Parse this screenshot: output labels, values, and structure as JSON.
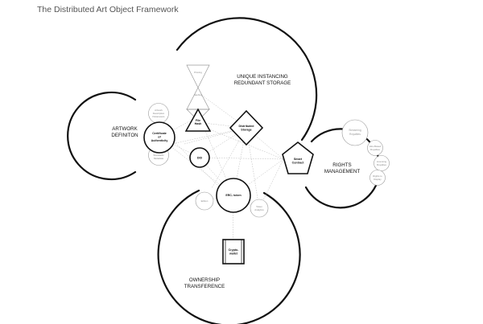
{
  "title": "The Distributed Art Object Framework",
  "regions": {
    "storage": [
      "UNIQUE INSTANCING",
      "REDUNDANT STORAGE"
    ],
    "artwork": [
      "ARTWORK",
      "DEFINITON"
    ],
    "rights": [
      "RIGHTS",
      "MANAGEMENT"
    ],
    "ownership": [
      "OWNERSHIP",
      "TRANSFERENCE"
    ]
  },
  "nodes": {
    "certificate": [
      "Certificate",
      "of",
      "Authenticity"
    ],
    "file_hash": [
      "File",
      "Hash"
    ],
    "did": "DID",
    "distributed_storage": [
      "Distributed",
      "Storage"
    ],
    "smart_contract": [
      "Smart",
      "Contract"
    ],
    "erc_token": "ERC- token",
    "crypto_wallet": [
      "Crypto-",
      "wallet"
    ]
  },
  "minor_nodes": {
    "triangle_top": "Pinning",
    "triangle_mid": "Hashing",
    "artwork_top": [
      "Artwork",
      "Description",
      "Parameters"
    ],
    "artwork_bottom": [
      "Archival",
      "Standards",
      "Metadata"
    ],
    "rights_top": [
      "Streaming",
      "Royalties"
    ],
    "rights_1": [
      "Hire-Based",
      "Royalties"
    ],
    "rights_2": [
      "Licensing",
      "Royalties"
    ],
    "rights_3": [
      "Rights to",
      "Display"
    ],
    "token_left": "Edition",
    "token_right": [
      "Token",
      "Analytics"
    ]
  }
}
